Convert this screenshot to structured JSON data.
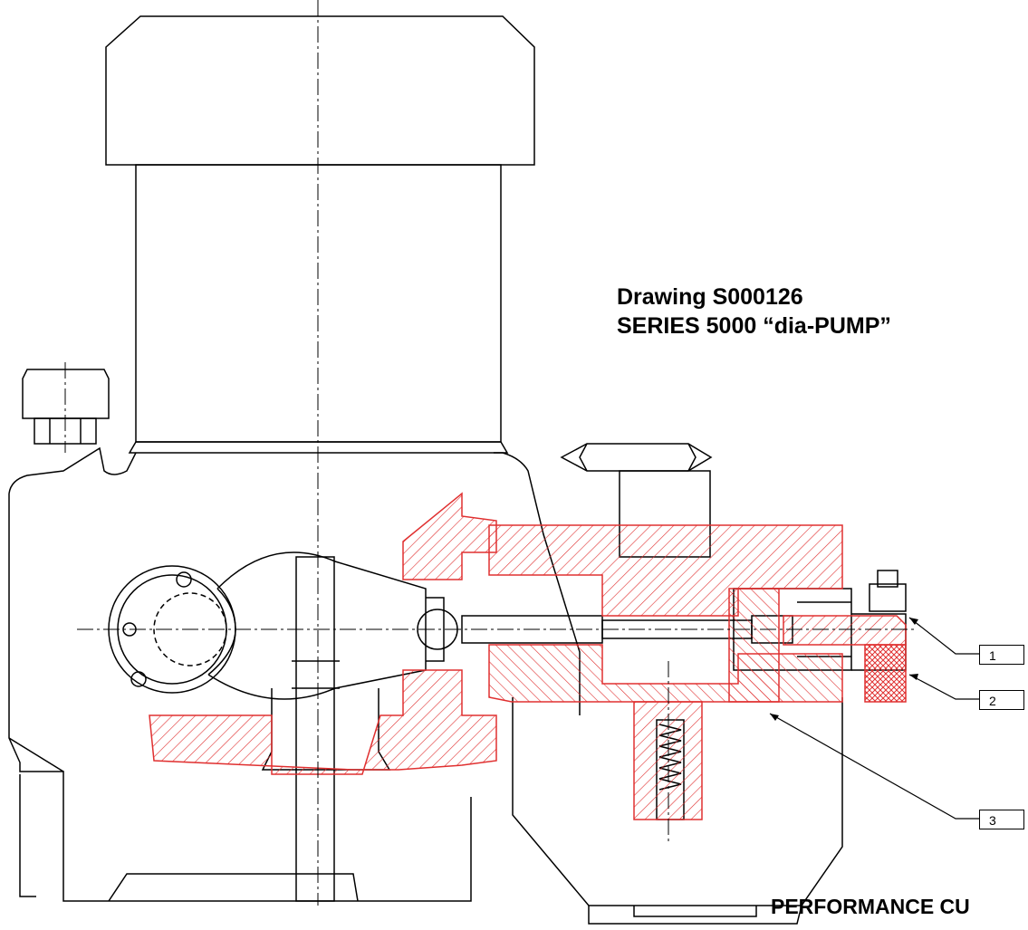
{
  "drawing": {
    "number_label": "Drawing S000126",
    "series_label": "SERIES 5000 “dia-PUMP”",
    "footer_label": "PERFORMANCE CU"
  },
  "callouts": [
    "1",
    "2",
    "3"
  ],
  "colors": {
    "line": "#000000",
    "section_hatch": "#e03030",
    "background": "#ffffff"
  }
}
